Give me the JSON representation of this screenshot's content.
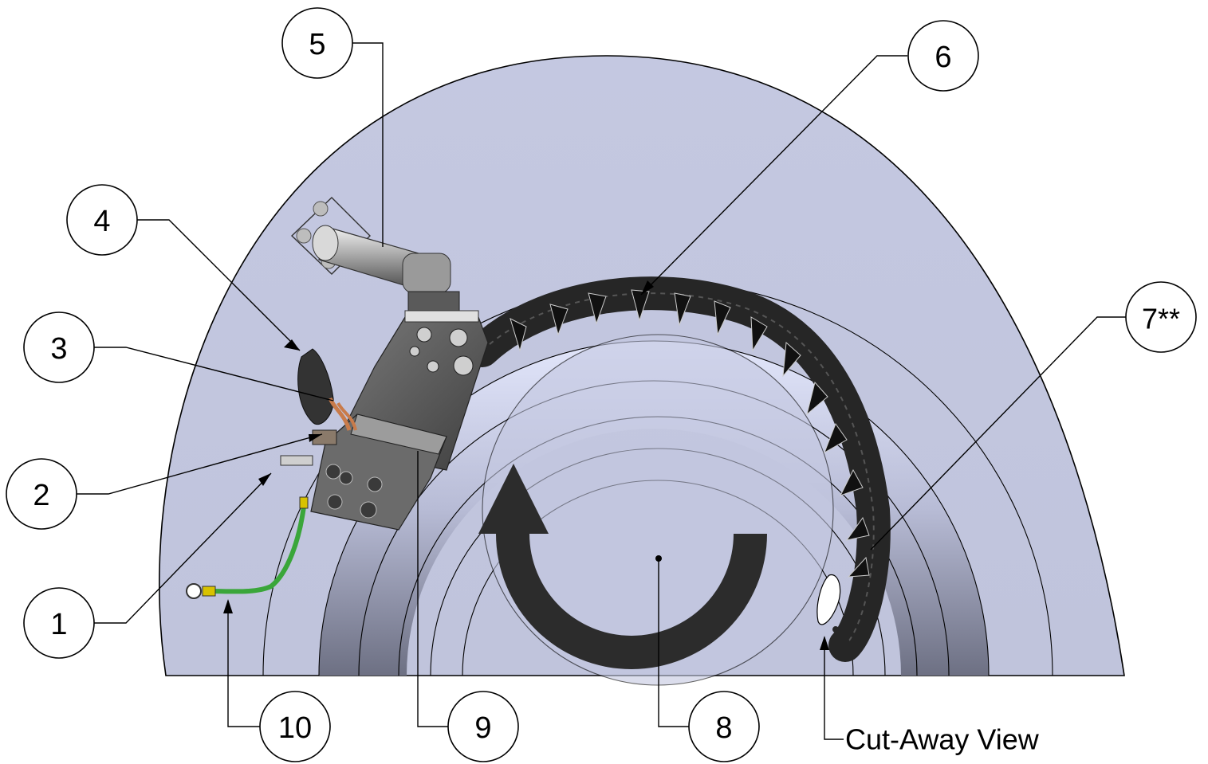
{
  "callouts": [
    {
      "id": "1",
      "label": "1"
    },
    {
      "id": "2",
      "label": "2"
    },
    {
      "id": "3",
      "label": "3"
    },
    {
      "id": "4",
      "label": "4"
    },
    {
      "id": "5",
      "label": "5"
    },
    {
      "id": "6",
      "label": "6"
    },
    {
      "id": "7",
      "label": "7**"
    },
    {
      "id": "8",
      "label": "8"
    },
    {
      "id": "9",
      "label": "9"
    },
    {
      "id": "10",
      "label": "10"
    }
  ],
  "caption": {
    "cut_away": "Cut-Away View"
  },
  "colors": {
    "housing": "#c4c8e1",
    "housing_light": "#dfe3f7",
    "metal_dark": "#4a4a4a",
    "metal_mid": "#8a8a8a",
    "chain": "#262626",
    "arrow": "#2c2c2c",
    "ground_cable": "#3aa63a",
    "copper": "#c97b4a"
  }
}
